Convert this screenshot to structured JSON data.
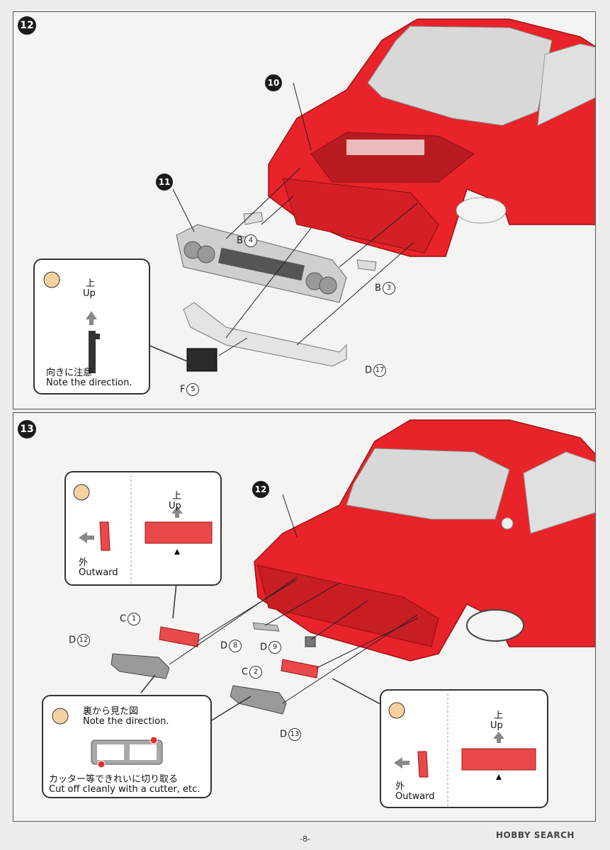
{
  "step12": {
    "number": "12",
    "sub_numbers": {
      "body": "10",
      "grille": "11"
    },
    "parts": {
      "b4": {
        "letter": "B",
        "num": "4"
      },
      "b3": {
        "letter": "B",
        "num": "3"
      },
      "d17": {
        "letter": "D",
        "num": "17"
      },
      "f5": {
        "letter": "F",
        "num": "5"
      }
    },
    "note": {
      "up_jp": "上",
      "up_en": "Up",
      "line1": "向きに注意",
      "line2": "Note the direction."
    }
  },
  "step13": {
    "number": "13",
    "sub_number": "12",
    "parts": {
      "c1": {
        "letter": "C",
        "num": "1"
      },
      "d12": {
        "letter": "D",
        "num": "12"
      },
      "d8": {
        "letter": "D",
        "num": "8"
      },
      "d9": {
        "letter": "D",
        "num": "9"
      },
      "c2": {
        "letter": "C",
        "num": "2"
      },
      "d13": {
        "letter": "D",
        "num": "13"
      }
    },
    "note_top": {
      "up_jp": "上",
      "up_en": "Up",
      "out_jp": "外",
      "out_en": "Outward"
    },
    "note_bottom_left": {
      "line1": "裏から見た図",
      "line2": "Note the direction.",
      "line3": "カッター等できれいに切り取る",
      "line4": "Cut off cleanly with a cutter, etc."
    },
    "note_bottom_right": {
      "up_jp": "上",
      "up_en": "Up",
      "out_jp": "外",
      "out_en": "Outward"
    }
  },
  "footer": {
    "page": "-8-",
    "brand": "HOBBY SEARCH"
  },
  "colors": {
    "body_red": "#e8242a",
    "part_grey": "#c8c8c8",
    "dark_part": "#3a3a3a",
    "accent_red": "#e84a4a"
  }
}
